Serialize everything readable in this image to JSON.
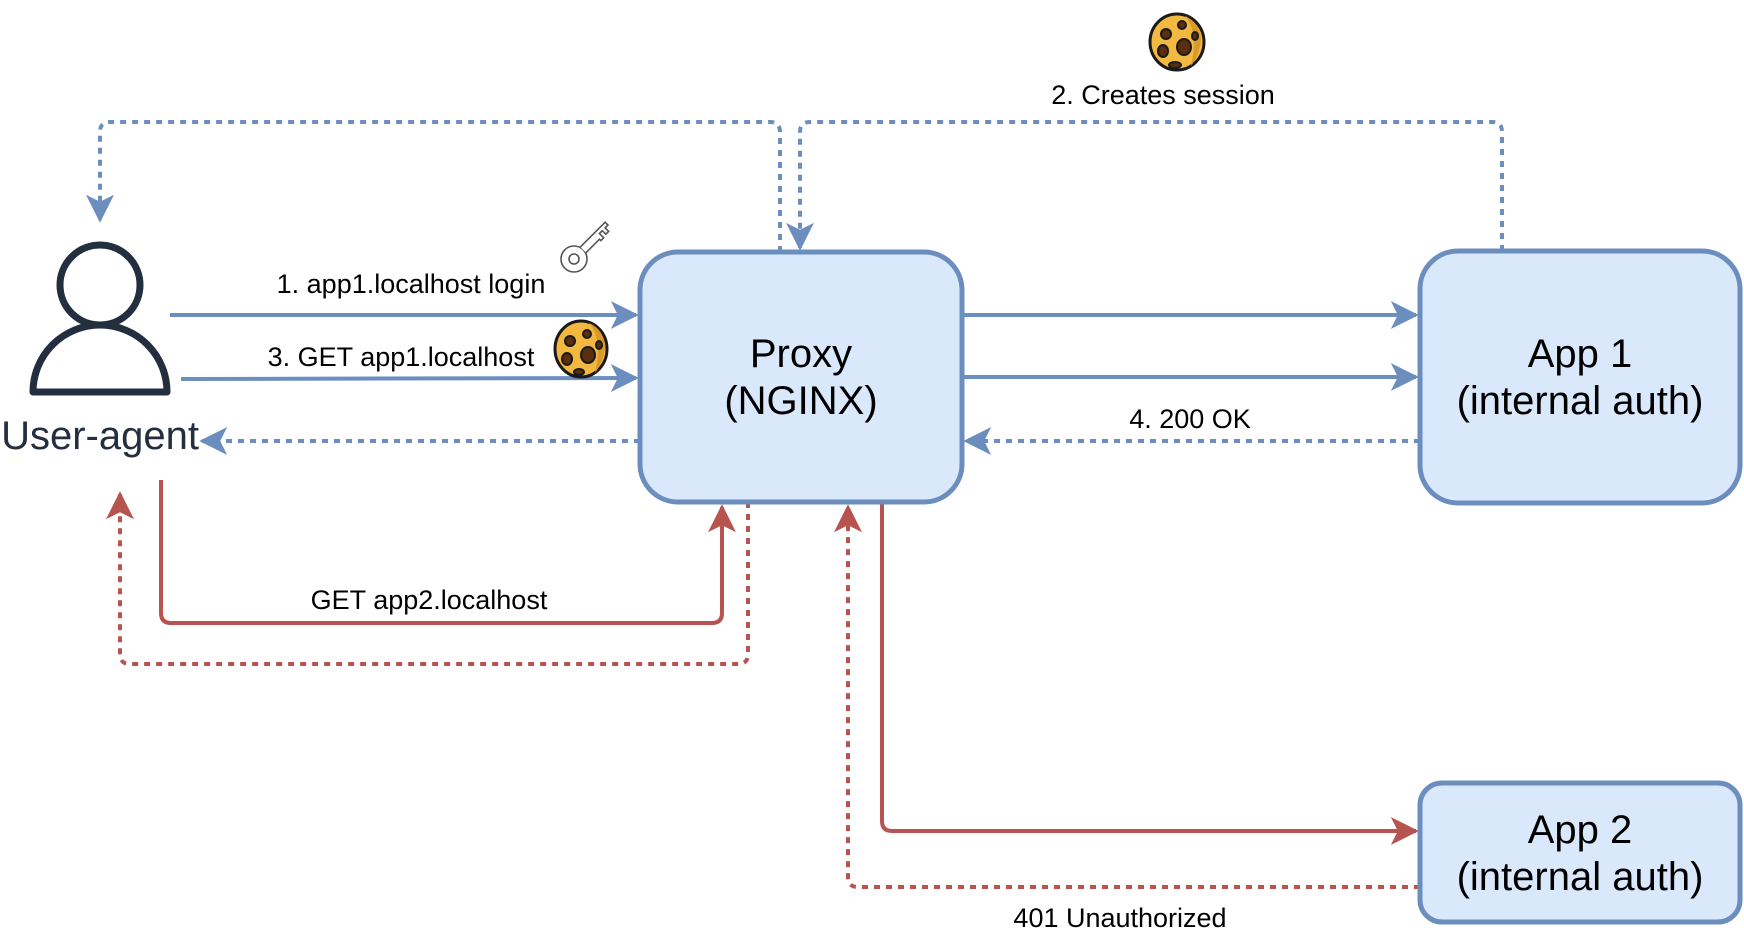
{
  "colors": {
    "blue_stroke": "#6C8EBF",
    "box_fill": "#DAE8FC",
    "red_stroke": "#B85450",
    "actor": "#232F3E",
    "cookie_fill": "#F2B840",
    "cookie_shade": "#D99A2B",
    "cookie_spot": "#5A2E0E",
    "key_stroke": "#555555"
  },
  "actor": {
    "label": "User-agent",
    "icon": "user-icon"
  },
  "nodes": {
    "proxy": {
      "line1": "Proxy",
      "line2": "(NGINX)"
    },
    "app1": {
      "line1": "App 1",
      "line2": "(internal auth)"
    },
    "app2": {
      "line1": "App 2",
      "line2": "(internal auth)"
    }
  },
  "edges": {
    "login": {
      "label": "1. app1.localhost login",
      "icon": "key-icon"
    },
    "creates_session": {
      "label": "2. Creates session",
      "icon": "cookie-icon"
    },
    "get_app1": {
      "label": "3. GET app1.localhost",
      "icon": "cookie-icon"
    },
    "ok_200": {
      "label": "4. 200 OK"
    },
    "get_app2": {
      "label": "GET app2.localhost"
    },
    "unauthorized_401": {
      "label": "401 Unauthorized"
    }
  }
}
